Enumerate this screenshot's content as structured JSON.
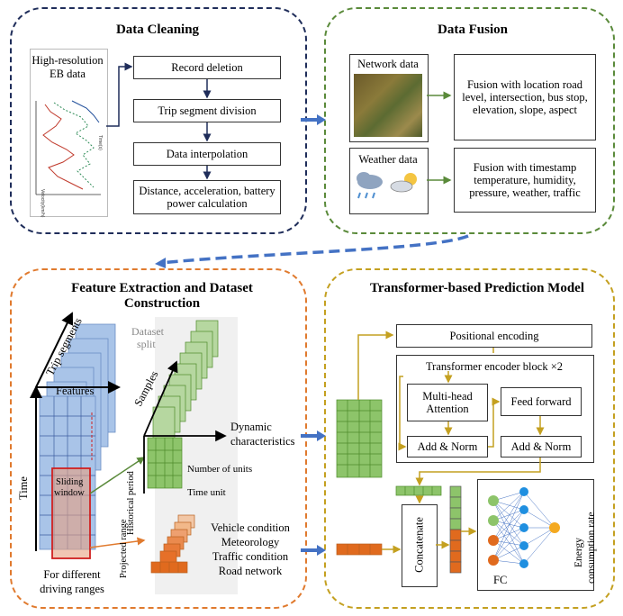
{
  "data_cleaning": {
    "title": "Data Cleaning",
    "source_label": "High-resolution EB data",
    "chart_ylabel": "Velocity(km/h)",
    "chart_xlabel": "Time(s)",
    "steps": [
      "Record deletion",
      "Trip segment division",
      "Data interpolation",
      "Distance, acceleration, battery power calculation"
    ]
  },
  "data_fusion": {
    "title": "Data Fusion",
    "network_label": "Network data",
    "network_fusion": "Fusion with location road level, intersection, bus stop, elevation, slope, aspect",
    "weather_label": "Weather data",
    "weather_fusion": "Fusion with timestamp temperature, humidity, pressure, weather, traffic"
  },
  "feature_extraction": {
    "title": "Feature Extraction and Dataset Construction",
    "trip_segments": "Trip segments",
    "features": "Features",
    "time": "Time",
    "sliding_window": "Sliding window",
    "for_ranges": "For different driving ranges",
    "dataset_split": "Dataset split",
    "samples": "Samples",
    "dynamic": "Dynamic characteristics",
    "number_units": "Number of units",
    "time_unit": "Time unit",
    "historical_period": "Historical period",
    "projected_range": "Projected range",
    "static_features": "Vehicle condition Meteorology Traffic condition Road network"
  },
  "transformer": {
    "title": "Transformer-based Prediction Model",
    "positional_encoding": "Positional encoding",
    "encoder_block": "Transformer encoder block ×2",
    "multi_head": "Multi-head Attention",
    "feed_forward": "Feed forward",
    "add_norm_1": "Add & Norm",
    "add_norm_2": "Add & Norm",
    "concatenate": "Concatenate",
    "fc": "FC",
    "output": "Energy consumption rate"
  },
  "colors": {
    "navy": "#1f2d5a",
    "green": "#5a8a3a",
    "orange": "#e07a2e",
    "gold": "#c4a020",
    "arrow_blue": "#4472c4"
  }
}
